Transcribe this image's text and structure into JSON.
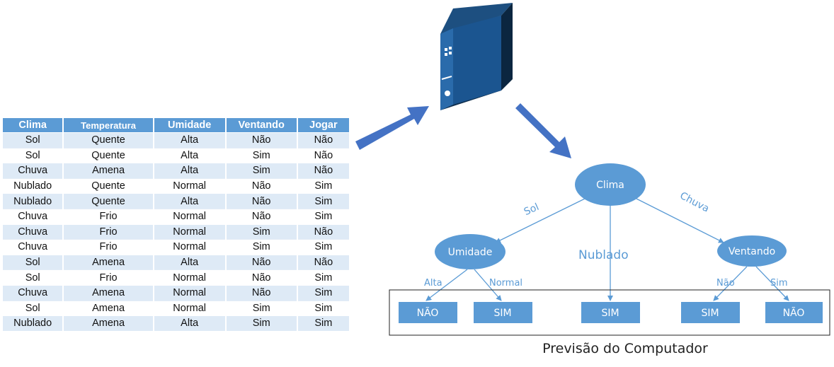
{
  "table": {
    "headers": [
      "Clima",
      "Temperatura",
      "Umidade",
      "Ventando",
      "Jogar"
    ],
    "rows": [
      [
        "Sol",
        "Quente",
        "Alta",
        "Não",
        "Não"
      ],
      [
        "Sol",
        "Quente",
        "Alta",
        "Sim",
        "Não"
      ],
      [
        "Chuva",
        "Amena",
        "Alta",
        "Sim",
        "Não"
      ],
      [
        "Nublado",
        "Quente",
        "Normal",
        "Não",
        "Sim"
      ],
      [
        "Nublado",
        "Quente",
        "Alta",
        "Não",
        "Sim"
      ],
      [
        "Chuva",
        "Frio",
        "Normal",
        "Não",
        "Sim"
      ],
      [
        "Chuva",
        "Frio",
        "Normal",
        "Sim",
        "Não"
      ],
      [
        "Chuva",
        "Frio",
        "Normal",
        "Sim",
        "Sim"
      ],
      [
        "Sol",
        "Amena",
        "Alta",
        "Não",
        "Não"
      ],
      [
        "Sol",
        "Frio",
        "Normal",
        "Não",
        "Sim"
      ],
      [
        "Chuva",
        "Amena",
        "Normal",
        "Não",
        "Sim"
      ],
      [
        "Sol",
        "Amena",
        "Normal",
        "Sim",
        "Sim"
      ],
      [
        "Nublado",
        "Amena",
        "Alta",
        "Sim",
        "Sim"
      ]
    ]
  },
  "tree": {
    "root": "Clima",
    "left_node": "Umidade",
    "right_node": "Ventando",
    "edges": {
      "sol": "Sol",
      "nublado": "Nublado",
      "chuva": "Chuva",
      "alta": "Alta",
      "normal": "Normal",
      "nao": "Não",
      "sim": "Sim"
    },
    "leaves": [
      "NÃO",
      "SIM",
      "SIM",
      "SIM",
      "NÃO"
    ]
  },
  "caption": "Previsão do Computador",
  "colors": {
    "node_fill": "#5b9bd5",
    "arrow_fill": "#4472c4",
    "server_dark": "#153a5e",
    "server_front": "#1f5e96"
  },
  "icons": [
    "server-icon",
    "arrow-right-up-icon",
    "arrow-down-right-icon"
  ]
}
